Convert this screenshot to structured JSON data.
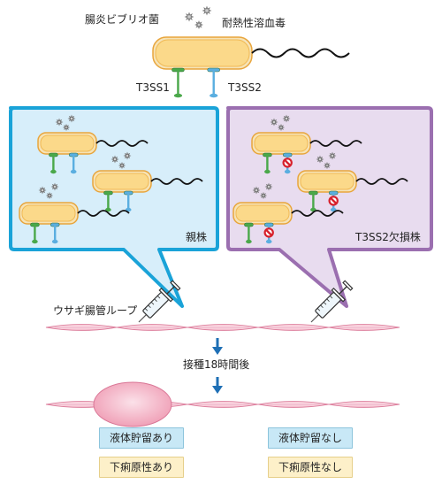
{
  "labels": {
    "bacterium": "腸炎ビブリオ菌",
    "toxin": "耐熱性溶血毒",
    "t3ss1": "T3SS1",
    "t3ss2": "T3SS2",
    "parent_strain": "親株",
    "mutant_strain": "T3SS2欠損株",
    "ileal_loop": "ウサギ腸管ループ",
    "after_time": "接種18時間後"
  },
  "results": {
    "parent": {
      "fluid": "液体貯留あり",
      "diarrhea": "下痢原性あり"
    },
    "mutant": {
      "fluid": "液体貯留なし",
      "diarrhea": "下痢原性なし"
    }
  },
  "colors": {
    "parent_panel_border": "#1aa3d8",
    "parent_panel_fill": "#d7eefa",
    "mutant_panel_border": "#9b6fb0",
    "mutant_panel_fill": "#e8dcef",
    "cell_fill": "#fbd98a",
    "cell_border": "#e8a53c",
    "t3ss1_color": "#4aa84a",
    "t3ss2_color": "#5aaee0",
    "inhibit_color": "#d7202b",
    "intestine_fill": "#f7c9d6",
    "arrow_color": "#1e6fb5"
  },
  "icons": {
    "toxin": "toxin-particle-icon",
    "syringe": "syringe-icon",
    "inhibition": "no-symbol-icon",
    "arrow": "down-arrow-icon"
  }
}
